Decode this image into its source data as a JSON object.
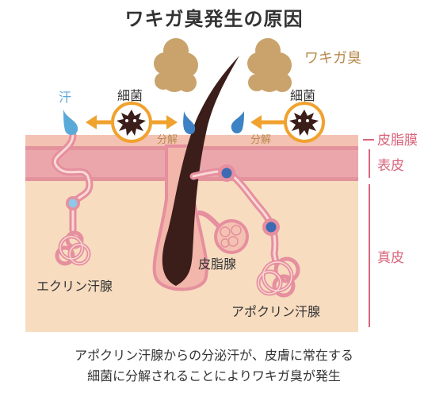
{
  "title": "ワキガ臭発生の原因",
  "labels": {
    "odor": "ワキガ臭",
    "sweat": "汗",
    "bacteria_left": "細菌",
    "bacteria_right": "細菌",
    "decompose_left": "分解",
    "decompose_right": "分解",
    "sebum_film": "皮脂膜",
    "epidermis": "表皮",
    "dermis": "真皮",
    "sebaceous_gland": "皮脂腺",
    "eccrine_gland": "エクリン汗腺",
    "apocrine_gland": "アポクリン汗腺"
  },
  "caption": {
    "line1": "アポクリン汗腺からの分泌汗が、皮膚に常在する",
    "line2": "細菌に分解されることによりワキガ臭が発生"
  },
  "colors": {
    "odor_brown": "#c9a36b",
    "odor_text": "#b88a4e",
    "sweat_blue": "#5aa9d9",
    "arrow_orange": "#f0a22e",
    "skin_pink": "#e8a2a6",
    "skin_light": "#f2c1b4",
    "dermis_beige": "#f7dcc0",
    "hair_dark": "#3b1d1a",
    "gland_pink": "#e68f9e",
    "gland_blue": "#3d6bb3",
    "label_pink": "#d9637a"
  }
}
